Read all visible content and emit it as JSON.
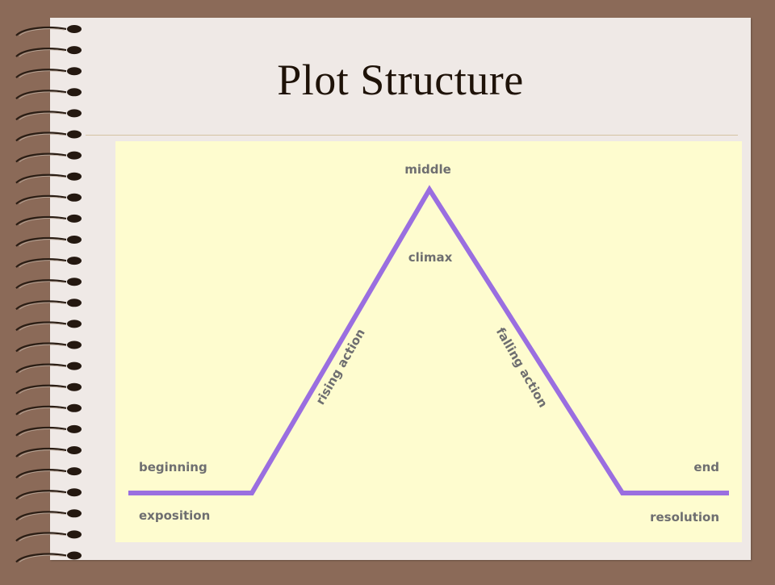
{
  "slide": {
    "title": "Plot Structure"
  },
  "diagram": {
    "labels": {
      "middle": "middle",
      "climax": "climax",
      "rising": "rising action",
      "falling": "falling action",
      "beginning": "beginning",
      "exposition": "exposition",
      "end": "end",
      "resolution": "resolution"
    },
    "colors": {
      "line": "#9a6ee0",
      "panel": "#fefccf",
      "label": "#6e6e70"
    }
  },
  "decor": {
    "binding": "spiral-binding"
  }
}
